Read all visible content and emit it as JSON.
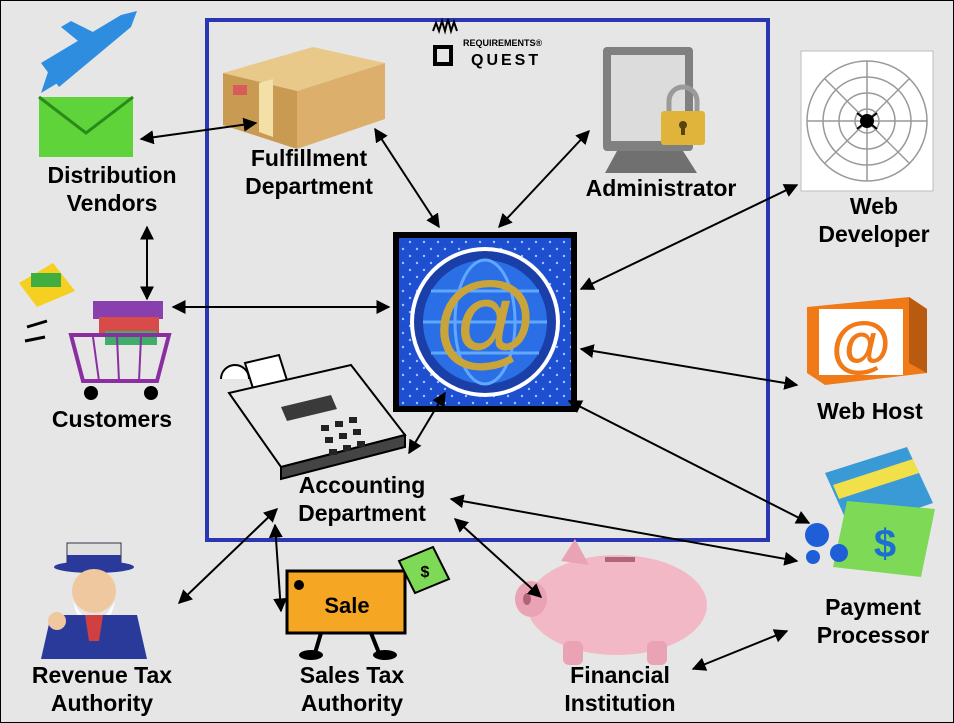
{
  "logo": {
    "brand": "REQUIREMENTS",
    "name": "QUEST"
  },
  "nodes": {
    "fulfillment": {
      "line1": "Fulfillment",
      "line2": "Department"
    },
    "administrator": {
      "line1": "Administrator"
    },
    "distribution": {
      "line1": "Distribution",
      "line2": "Vendors"
    },
    "customers": {
      "line1": "Customers"
    },
    "web_developer": {
      "line1": "Web",
      "line2": "Developer"
    },
    "web_host": {
      "line1": "Web Host"
    },
    "accounting": {
      "line1": "Accounting",
      "line2": "Department"
    },
    "payment": {
      "line1": "Payment",
      "line2": "Processor"
    },
    "revenue_tax": {
      "line1": "Revenue Tax",
      "line2": "Authority"
    },
    "sales_tax": {
      "line1": "Sales Tax",
      "line2": "Authority"
    },
    "financial": {
      "line1": "Financial",
      "line2": "Institution"
    }
  },
  "icons": {
    "center": "at-sign-globe-icon",
    "fulfillment": "cardboard-box-icon",
    "administrator": "monitor-padlock-icon",
    "distribution": "airplane-envelope-icon",
    "customers": "shopping-cart-icon",
    "web_developer": "spider-web-icon",
    "web_host": "at-sign-server-icon",
    "accounting": "adding-machine-icon",
    "payment": "credit-card-icon",
    "revenue_tax": "uncle-sam-icon",
    "sales_tax": "sale-sign-icon",
    "financial": "piggy-bank-icon"
  },
  "sale_sign_text": "Sale",
  "dollar_sign_text": "$",
  "colors": {
    "boundary": "#2b36b3",
    "center_bg": "#1f4fd1",
    "at_sign": "#c9a43a",
    "background": "#e6e6e6"
  }
}
